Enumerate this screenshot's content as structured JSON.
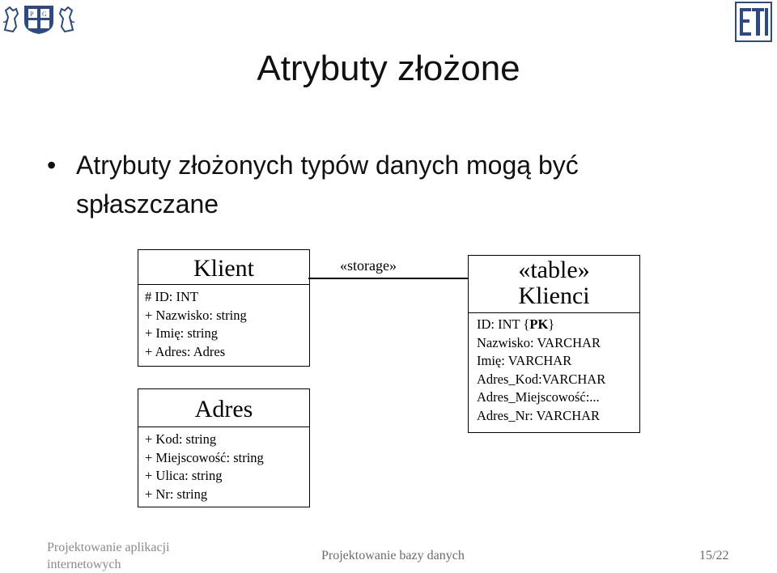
{
  "slide": {
    "title": "Atrybuty złożone",
    "bullet": "Atrybuty złożonych typów danych mogą być spłaszczane"
  },
  "diagram": {
    "klient": {
      "name": "Klient",
      "attributes": [
        "# ID: INT",
        "+ Nazwisko: string",
        "+ Imię: string",
        "+ Adres: Adres"
      ]
    },
    "adres": {
      "name": "Adres",
      "attributes": [
        "+ Kod: string",
        "+ Miejscowość: string",
        "+ Ulica: string",
        "+ Nr: string"
      ]
    },
    "klienci": {
      "stereotype": "«table»",
      "name": "Klienci",
      "attributes": [
        "ID: INT {PK}",
        "Nazwisko: VARCHAR",
        "Imię: VARCHAR",
        "Adres_Kod:VARCHAR",
        "Adres_Miejscowość:...",
        "Adres_Nr: VARCHAR"
      ]
    },
    "connector_label": "«storage»"
  },
  "footer": {
    "left_line1": "Projektowanie aplikacji",
    "left_line2": "internetowych",
    "center": "Projektowanie bazy danych",
    "page": "15/22"
  },
  "logos": {
    "left": "university-crest-icon",
    "right": "eti-logo-icon",
    "left_color": "#2b4a86",
    "right_color": "#2b4a86"
  }
}
